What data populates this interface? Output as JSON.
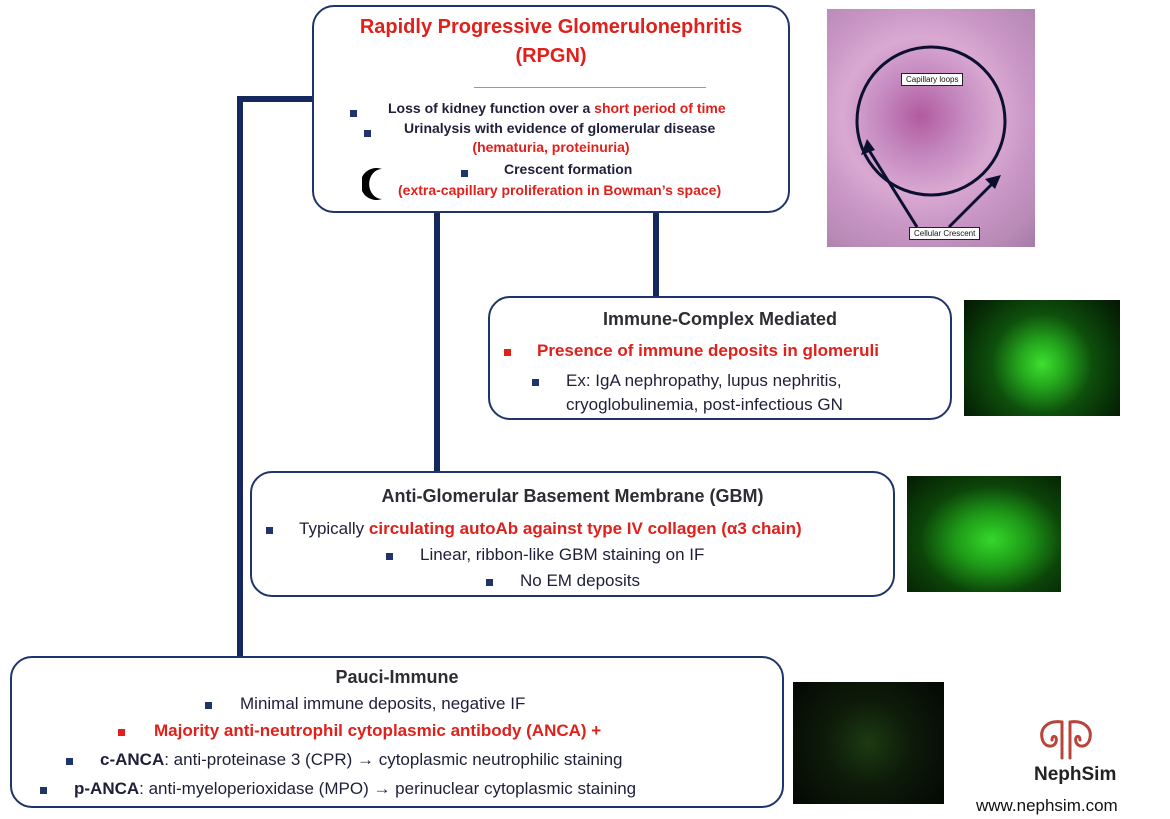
{
  "rpgn": {
    "title_line1": "Rapidly Progressive Glomerulonephritis",
    "title_line2": "(RPGN)",
    "bullet1_prefix": "Loss of kidney function over a ",
    "bullet1_highlight": "short period of time",
    "bullet2": "Urinalysis with evidence of glomerular disease",
    "bullet2_sub": "(hematuria, proteinuria)",
    "bullet3": "Crescent formation",
    "bullet3_sub": "(extra-capillary proliferation in Bowman’s space)",
    "crescent_icon": "crescent-moon-icon"
  },
  "histology_image": {
    "label_top": "Capillary loops",
    "label_bottom": "Cellular Crescent"
  },
  "immune_complex": {
    "title": "Immune-Complex Mediated",
    "bullet1": "Presence of immune deposits in glomeruli",
    "bullet2_line1": "Ex: IgA nephropathy, lupus nephritis,",
    "bullet2_line2": "cryoglobulinemia, post-infectious GN"
  },
  "anti_gbm": {
    "title": "Anti-Glomerular Basement Membrane (GBM)",
    "bullet1_prefix": "Typically ",
    "bullet1_highlight": "circulating autoAb against type IV collagen (α3 chain)",
    "bullet2": "Linear, ribbon-like GBM staining on IF",
    "bullet3": "No EM deposits"
  },
  "pauci_immune": {
    "title": "Pauci-Immune",
    "bullet1": "Minimal immune deposits, negative IF",
    "bullet2": "Majority anti-neutrophil cytoplasmic antibody (ANCA) +",
    "bullet3_bold": "c-ANCA",
    "bullet3_rest": ": anti-proteinase 3 (CPR) → cytoplasmic neutrophilic staining",
    "bullet4_bold": "p-ANCA",
    "bullet4_rest": ": anti-myeloperioxidase (MPO) → perinuclear cytoplasmic staining"
  },
  "brand": {
    "name": "NephSim",
    "url": "www.nephsim.com",
    "logo_icon": "kidney-logo-icon",
    "color": "#b8443a"
  },
  "colors": {
    "accent_red": "#e0201b",
    "navy": "#14285e"
  }
}
